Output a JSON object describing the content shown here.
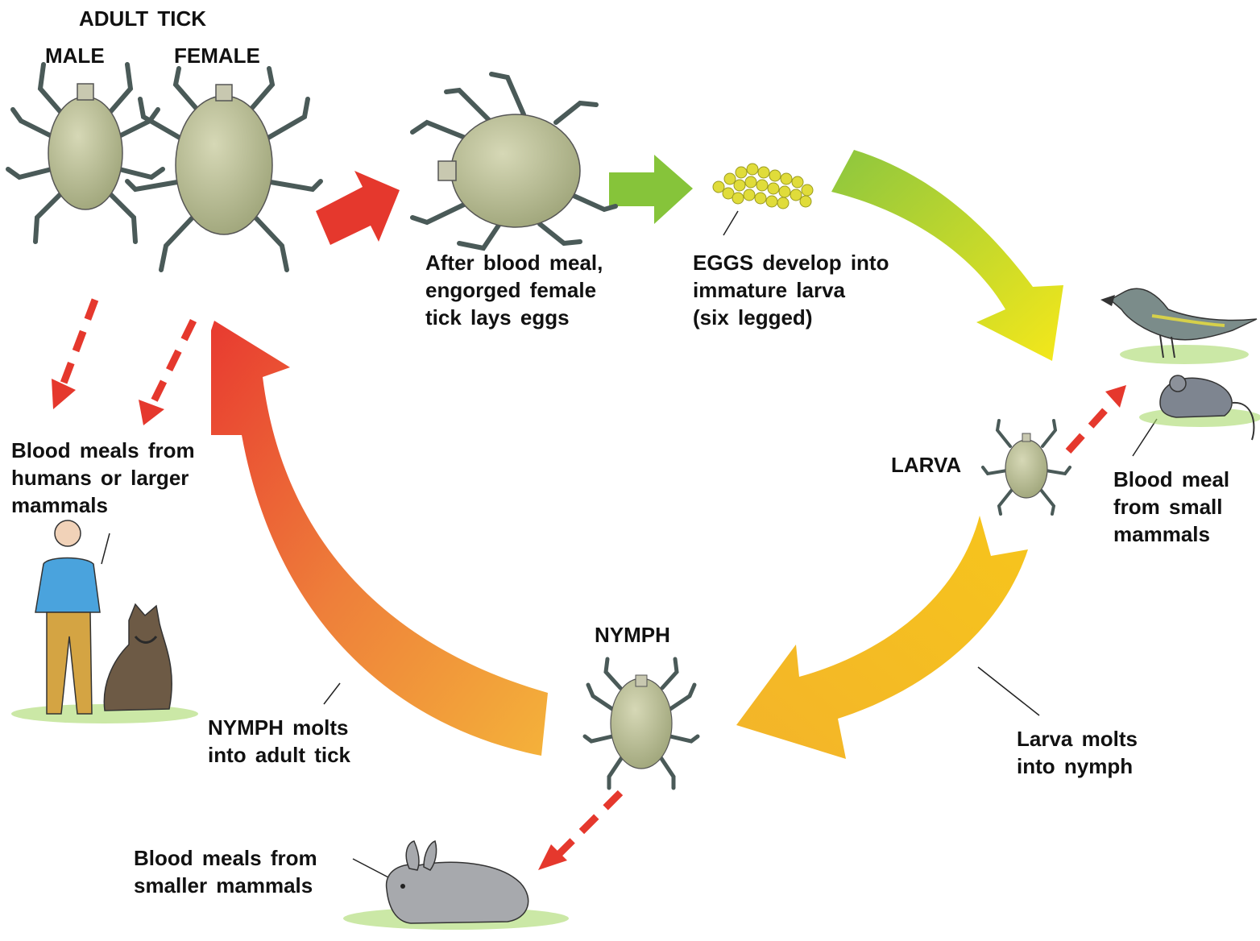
{
  "labels": {
    "adult_tick": "ADULT  TICK",
    "male": "MALE",
    "female": "FEMALE",
    "engorged": "After  blood  meal,\nengorged  female\ntick  lays  eggs",
    "eggs": "EGGS  develop  into\nimmature  larva\n(six  legged)",
    "larva": "LARVA",
    "small_mammals_meal": "Blood  meal\nfrom  small\nmammals",
    "larva_molts": "Larva  molts\ninto  nymph",
    "nymph": "NYMPH",
    "smaller_mammals_meal": "Blood  meals  from\nsmaller  mammals",
    "nymph_molts": "NYMPH  molts\ninto  adult  tick",
    "large_mammals_meal": "Blood  meals  from\nhumans  or  larger\nmammals"
  },
  "colors": {
    "arrow_red": "#e5382d",
    "arrow_green": "#86c43a",
    "arrow_yellow": "#f2d21c",
    "arrow_orange": "#f2a33a",
    "tick_body": "#b9bc94",
    "tick_leg": "#4a5a58",
    "grass": "#a8d96a",
    "egg": "#e0dc3a"
  },
  "icons": [
    "male-tick-icon",
    "female-tick-icon",
    "engorged-tick-icon",
    "eggs-icon",
    "bird-icon",
    "mouse-icon",
    "larva-tick-icon",
    "nymph-tick-icon",
    "rabbit-icon",
    "man-icon",
    "dog-icon"
  ]
}
